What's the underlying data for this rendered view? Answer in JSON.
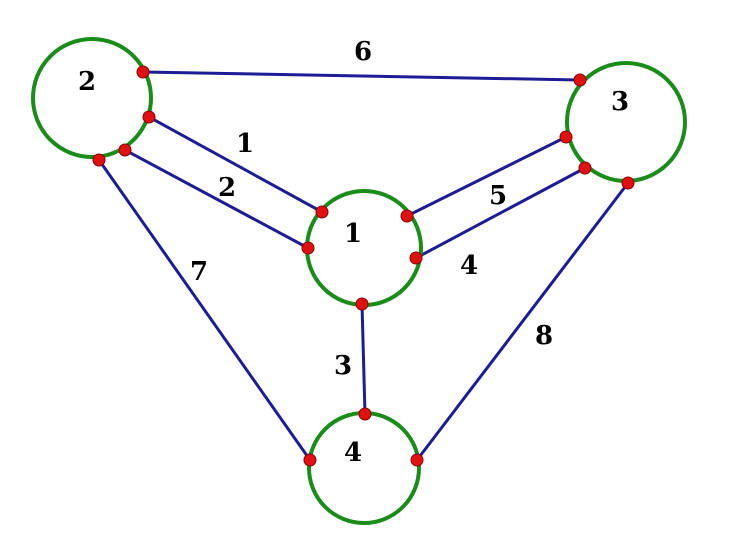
{
  "diagram": {
    "colors": {
      "node_stroke": "#1a8c1a",
      "edge_stroke": "#1c1c96",
      "endpoint_fill": "#e01010",
      "label": "#000000"
    },
    "nodes": [
      {
        "id": "n1",
        "label": "1"
      },
      {
        "id": "n2",
        "label": "2"
      },
      {
        "id": "n3",
        "label": "3"
      },
      {
        "id": "n4",
        "label": "4"
      }
    ],
    "edges": [
      {
        "id": "e1",
        "label": "1",
        "from": "n2",
        "to": "n1"
      },
      {
        "id": "e2",
        "label": "2",
        "from": "n2",
        "to": "n1"
      },
      {
        "id": "e3",
        "label": "3",
        "from": "n1",
        "to": "n4"
      },
      {
        "id": "e4",
        "label": "4",
        "from": "n1",
        "to": "n3"
      },
      {
        "id": "e5",
        "label": "5",
        "from": "n1",
        "to": "n3"
      },
      {
        "id": "e6",
        "label": "6",
        "from": "n2",
        "to": "n3"
      },
      {
        "id": "e7",
        "label": "7",
        "from": "n2",
        "to": "n4"
      },
      {
        "id": "e8",
        "label": "8",
        "from": "n3",
        "to": "n4"
      }
    ]
  }
}
